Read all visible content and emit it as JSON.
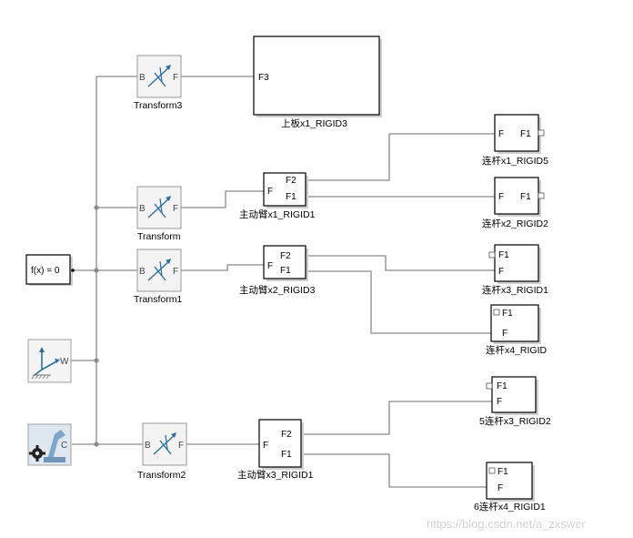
{
  "constraint": {
    "label": "f(x) = 0"
  },
  "world": {
    "port": "W"
  },
  "solver": {
    "port": "C"
  },
  "transforms": [
    {
      "name": "Transform3",
      "in": "B",
      "out": "F"
    },
    {
      "name": "Transform",
      "in": "B",
      "out": "F"
    },
    {
      "name": "Transform1",
      "in": "B",
      "out": "F"
    },
    {
      "name": "Transform2",
      "in": "B",
      "out": "F"
    }
  ],
  "blocks": {
    "top_plate": {
      "name": "上板x1_RIGID3",
      "port": "F3"
    },
    "arm1": {
      "name": "主动臂x1_RIGID1",
      "ports": [
        "F2",
        "F1",
        "F"
      ]
    },
    "arm2": {
      "name": "主动臂x2_RIGID3",
      "ports": [
        "F2",
        "F1",
        "F"
      ]
    },
    "arm3": {
      "name": "主动臂x3_RIGID1",
      "ports": [
        "F2",
        "F1",
        "F"
      ]
    },
    "link1": {
      "name": "连杆x1_RIGID5",
      "ports": [
        "F",
        "F1"
      ]
    },
    "link2": {
      "name": "连杆x2_RIGID2",
      "ports": [
        "F",
        "F1"
      ]
    },
    "link3": {
      "name": "连杆x3_RIGID1",
      "ports": [
        "F1",
        "F"
      ]
    },
    "link4": {
      "name": "连杆x4_RIGID",
      "ports": [
        "F1",
        "F"
      ]
    },
    "link5": {
      "name": "5连杆x3_RIGID2",
      "ports": [
        "F1",
        "F"
      ]
    },
    "link6": {
      "name": "6连杆x4_RIGID1",
      "ports": [
        "F1",
        "F"
      ]
    }
  },
  "watermark": "https://blog.csdn.net/a_zxswer"
}
